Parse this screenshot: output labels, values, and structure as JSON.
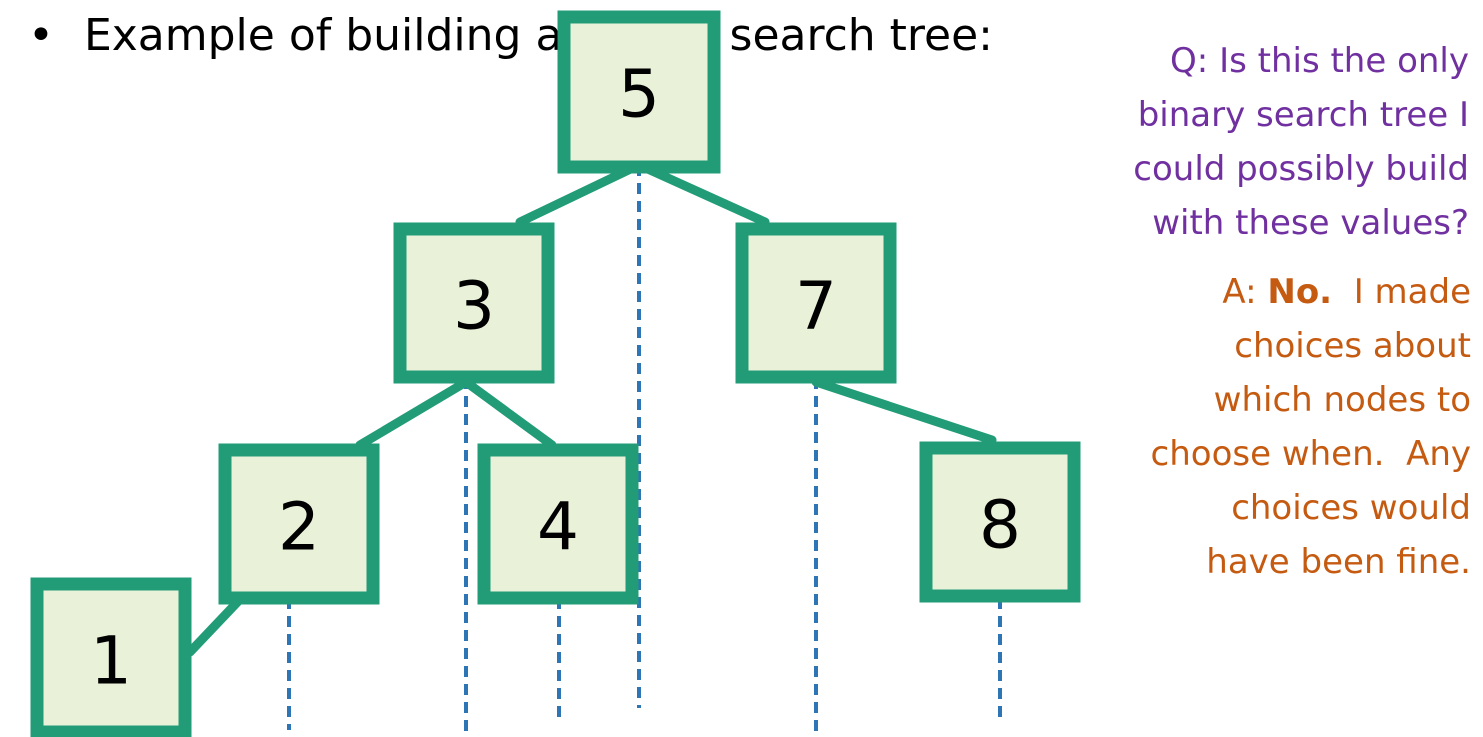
{
  "title": {
    "bullet": "•",
    "text": "Example of building a binary search tree:"
  },
  "tree": {
    "nodes": [
      {
        "id": "n5",
        "label": "5"
      },
      {
        "id": "n3",
        "label": "3"
      },
      {
        "id": "n7",
        "label": "7"
      },
      {
        "id": "n2",
        "label": "2"
      },
      {
        "id": "n4",
        "label": "4"
      },
      {
        "id": "n8",
        "label": "8"
      },
      {
        "id": "n1",
        "label": "1"
      }
    ],
    "edges": [
      [
        "n5",
        "n3"
      ],
      [
        "n5",
        "n7"
      ],
      [
        "n3",
        "n2"
      ],
      [
        "n3",
        "n4"
      ],
      [
        "n7",
        "n8"
      ],
      [
        "n2",
        "n1"
      ]
    ]
  },
  "question": {
    "lines": [
      "Q: Is this the only",
      "binary search tree I",
      "could possibly build",
      "with these values?"
    ]
  },
  "answer": {
    "prefix": "A: ",
    "bold": "No.",
    "after_bold": "  I made",
    "lines": [
      "choices about",
      "which nodes to",
      "choose when.  Any",
      "choices would",
      "have been fine."
    ]
  },
  "colors": {
    "node_border": "#219c77",
    "node_fill": "#e9f2d9",
    "edge": "#219c77",
    "dashed": "#2e75b6",
    "question": "#7030a0",
    "answer": "#c55a11"
  }
}
